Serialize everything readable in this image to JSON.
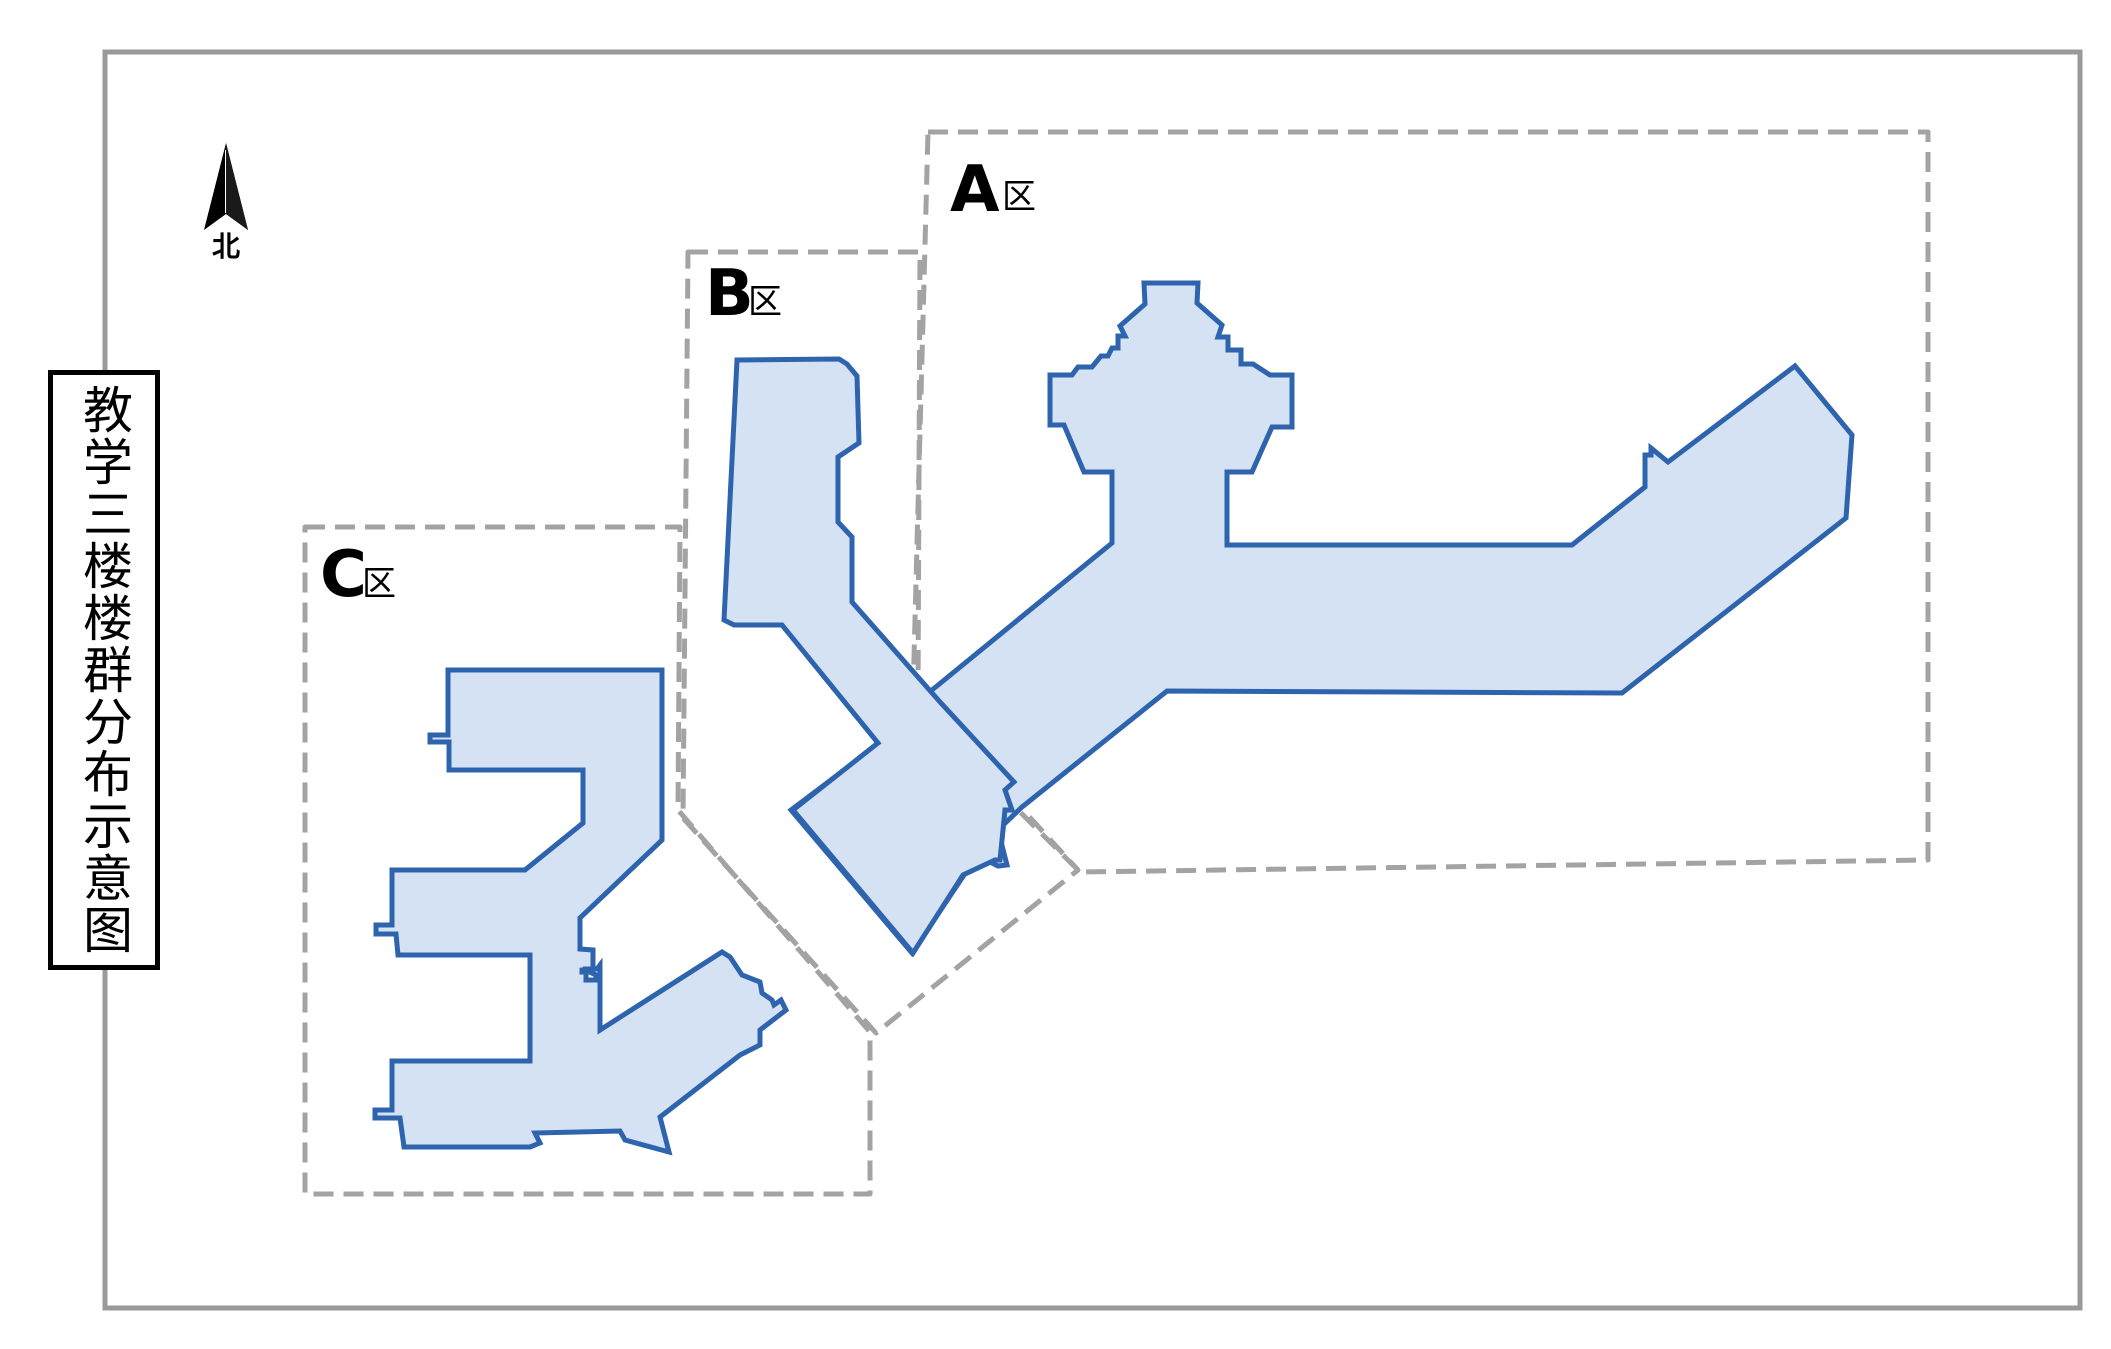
{
  "title": "教学三楼楼群分布示意图",
  "north": {
    "label": "北",
    "icon": "north-arrow-icon"
  },
  "zones": [
    {
      "id": "A",
      "letter": "A",
      "suffix": "区"
    },
    {
      "id": "B",
      "letter": "B",
      "suffix": "区"
    },
    {
      "id": "C",
      "letter": "C",
      "suffix": "区"
    }
  ],
  "colors": {
    "building_fill": "#d4e2f4",
    "building_outline": "#2e64ad",
    "zone_outline": "#a3a3a3",
    "frame": "#9a9a9a"
  }
}
